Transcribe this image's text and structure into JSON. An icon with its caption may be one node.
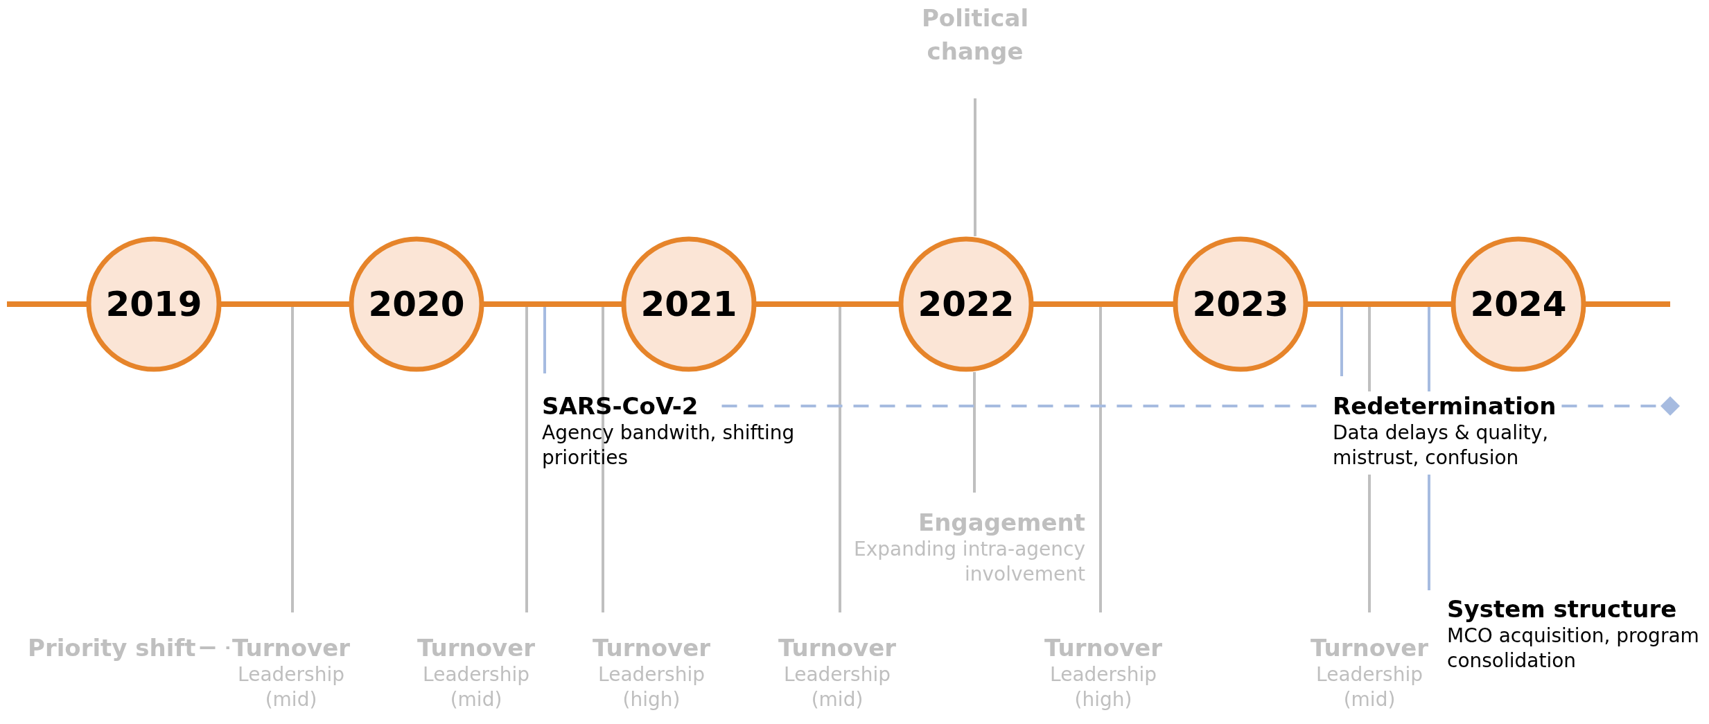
{
  "diagram": {
    "nodes": [
      {
        "text": [
          "Political change"
        ]
      },
      {
        "text": [
          "2019"
        ]
      },
      {
        "text": [
          "2020"
        ]
      },
      {
        "text": [
          "2021"
        ]
      },
      {
        "text": [
          "2022"
        ]
      },
      {
        "text": [
          "2023"
        ]
      },
      {
        "text": [
          "2024"
        ]
      },
      {
        "text": [
          "SARS-CoV-2",
          "Agency bandwith, shifting priorities"
        ]
      },
      {
        "text": [
          "Redetermination",
          "Data delays & quality, mistrust, confusion"
        ]
      },
      {
        "text": [
          "Engagement",
          "Expanding intra-agency involvement"
        ]
      },
      {
        "text": [
          "System structure",
          "MCO acquisition, program consolidation"
        ]
      },
      {
        "text": [
          "Priority shift"
        ]
      },
      {
        "text": [
          "Turnover",
          "Leadership (mid)"
        ]
      },
      {
        "text": [
          "Turnover",
          "Leadership (mid)"
        ]
      },
      {
        "text": [
          "Turnover",
          "Leadership (high)"
        ]
      },
      {
        "text": [
          "Turnover",
          "Leadership (mid)"
        ]
      },
      {
        "text": [
          "Turnover",
          "Leadership (high)"
        ]
      },
      {
        "text": [
          "Turnover",
          "Leadership (mid)"
        ]
      }
    ],
    "edges": [
      {
        "from": 0,
        "to": 4,
        "arrow": "none"
      },
      {
        "from": 9,
        "to": 4,
        "arrow": "none"
      },
      {
        "from": 7,
        "to": null,
        "arrow": "none",
        "color": "#a6bbe0"
      },
      {
        "from": 8,
        "to": null,
        "arrow": "none",
        "color": "#a6bbe0"
      },
      {
        "from": 10,
        "to": null,
        "arrow": "none",
        "color": "#a6bbe0"
      },
      {
        "from": 12,
        "to": null,
        "arrow": "none"
      },
      {
        "from": 13,
        "to": null,
        "arrow": "none"
      },
      {
        "from": 14,
        "to": null,
        "arrow": "none"
      },
      {
        "from": 15,
        "to": null,
        "arrow": "none"
      },
      {
        "from": 16,
        "to": null,
        "arrow": "none"
      },
      {
        "from": 17,
        "to": null,
        "arrow": "none"
      },
      {
        "from": 7,
        "to": 8,
        "arrow": "none",
        "style": "dashed",
        "color": "#a6bbe0"
      },
      {
        "from": 8,
        "to": null,
        "arrow": "other",
        "style": "dashed",
        "color": "#a6bbe0"
      },
      {
        "from": 11,
        "to": 12,
        "arrow": "none",
        "style": "dashed"
      }
    ]
  }
}
